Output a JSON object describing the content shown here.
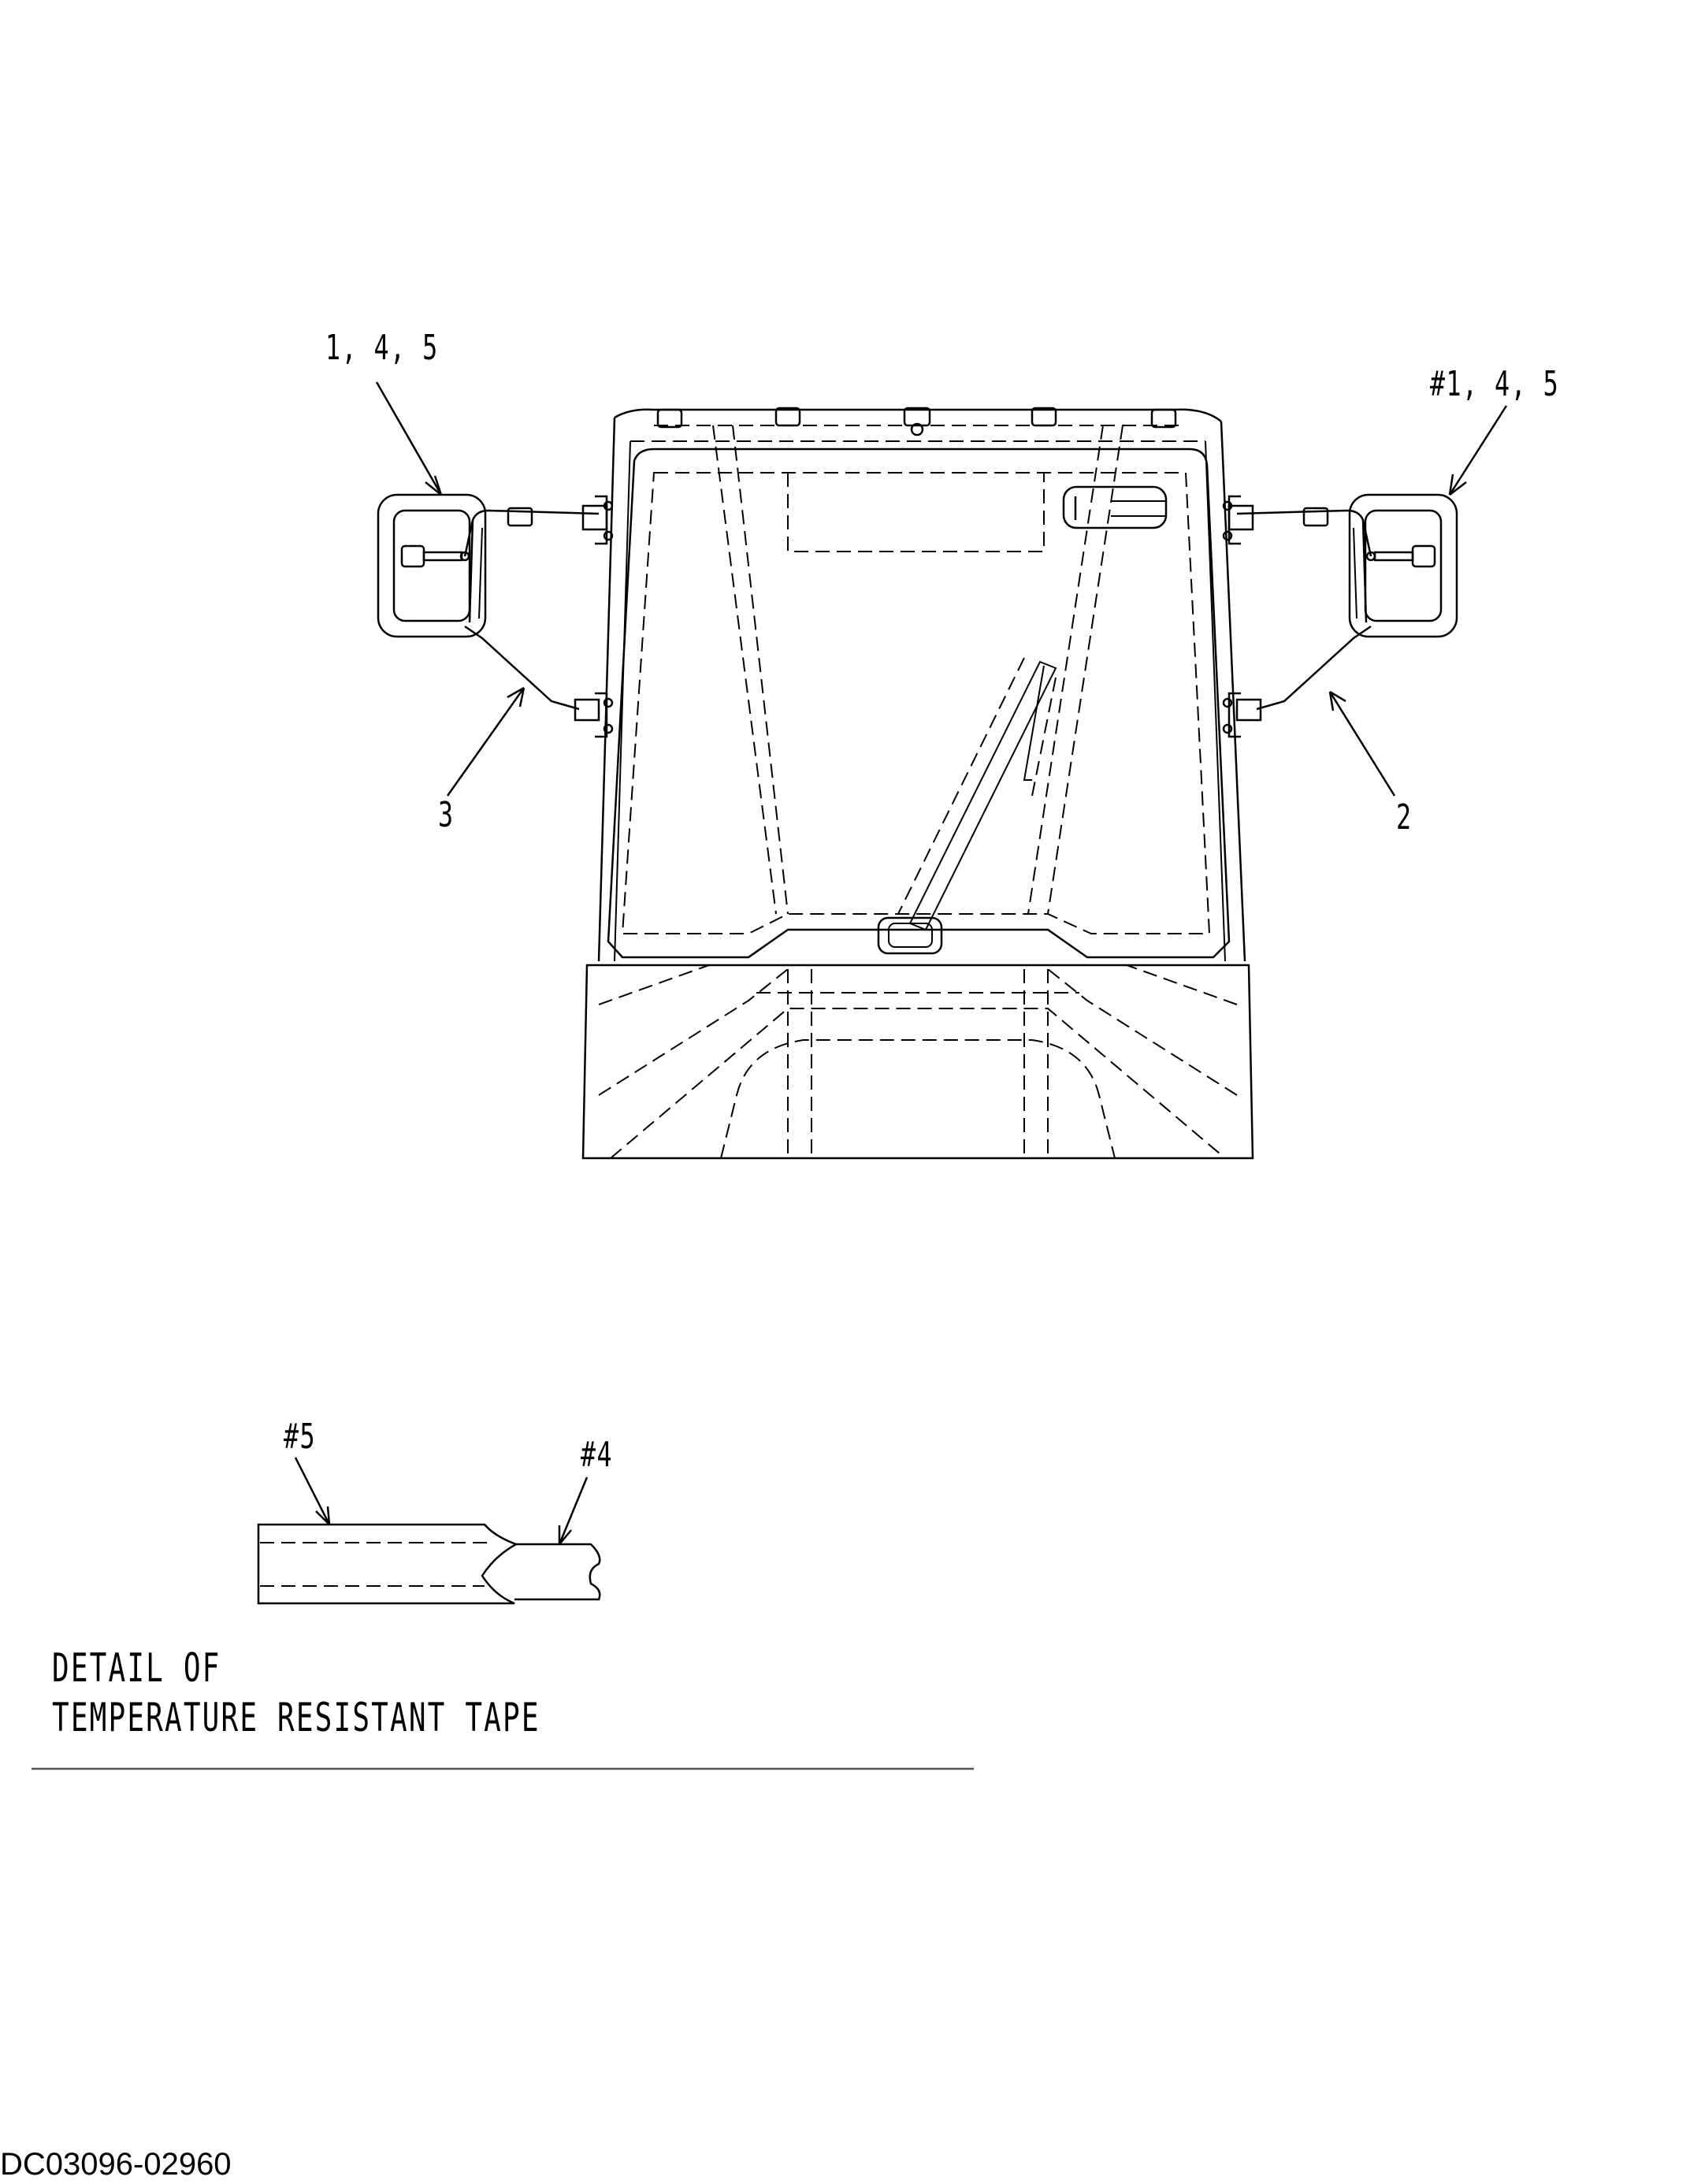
{
  "callouts": {
    "left_mirror": "1, 4, 5",
    "right_mirror": "#1, 4, 5",
    "left_stay": "3",
    "right_stay": "2",
    "tape_outer": "#5",
    "tape_inner": "#4"
  },
  "detail": {
    "line1": "DETAIL OF",
    "line2": "TEMPERATURE RESISTANT TAPE"
  },
  "document_id": "DC03096-02960"
}
